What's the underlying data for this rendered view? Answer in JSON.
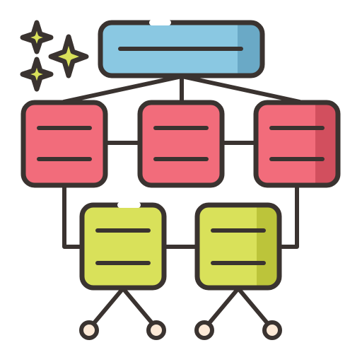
{
  "icon": {
    "name": "hierarchy-structure",
    "colors": {
      "outline": "#3a3330",
      "top_node_fill": "#8ac8e2",
      "top_node_shade": "#6aa9c6",
      "mid_node_fill": "#f26c7b",
      "mid_node_shade": "#d24f5e",
      "low_node_fill": "#d9e15a",
      "low_node_shade": "#bcc43a",
      "terminal_fill": "#fde9d6",
      "sparkle_fill": "#d9e15a",
      "highlight": "#ffffff"
    },
    "nodes": [
      {
        "id": "top",
        "level": 1,
        "label_lines": 1
      },
      {
        "id": "mid-left",
        "level": 2,
        "label_lines": 2
      },
      {
        "id": "mid-center",
        "level": 2,
        "label_lines": 2
      },
      {
        "id": "mid-right",
        "level": 2,
        "label_lines": 2
      },
      {
        "id": "low-left",
        "level": 3,
        "label_lines": 2
      },
      {
        "id": "low-right",
        "level": 3,
        "label_lines": 2
      }
    ],
    "terminals": 4,
    "sparkles": 3
  }
}
